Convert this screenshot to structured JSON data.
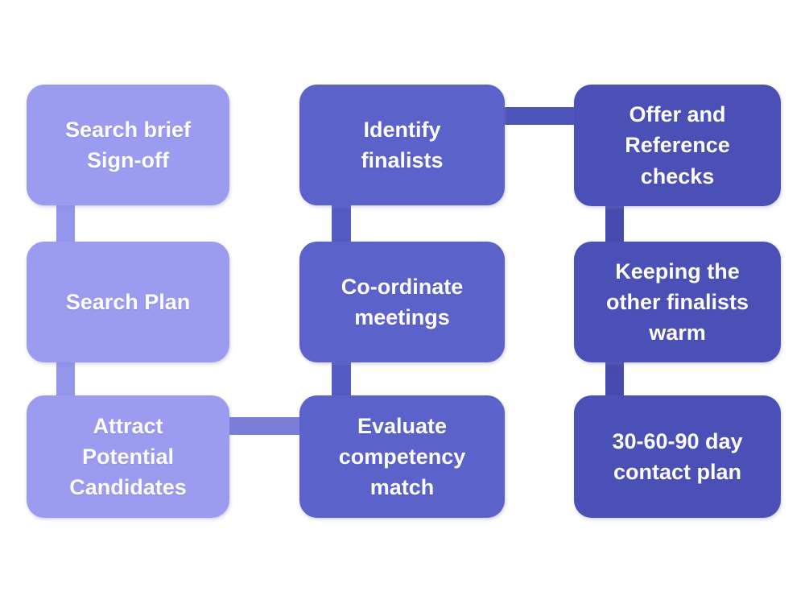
{
  "colors": {
    "background": "#ffffff",
    "column1_box": "#9b9cf0",
    "column2_box": "#5b62c9",
    "column3_box": "#4a50b5",
    "column1_connector": "#9496ec",
    "column2_connector": "#545bc2",
    "column3_connector": "#454cae",
    "connector_col1_to_col2": "#7a7ed9",
    "connector_col2_to_col3": "#4d54ba",
    "text": "#fdfdff"
  },
  "flow": {
    "boxes": [
      {
        "id": "search-brief-sign-off",
        "label": "Search brief\nSign-off"
      },
      {
        "id": "search-plan",
        "label": "Search Plan"
      },
      {
        "id": "attract-candidates",
        "label": "Attract\nPotential\nCandidates"
      },
      {
        "id": "identify-finalists",
        "label": "Identify\nfinalists"
      },
      {
        "id": "coordinate-meetings",
        "label": "Co-ordinate\nmeetings"
      },
      {
        "id": "evaluate-competency",
        "label": "Evaluate\ncompetency\nmatch"
      },
      {
        "id": "offer-reference-checks",
        "label": "Offer and\nReference\nchecks"
      },
      {
        "id": "keeping-finalists-warm",
        "label": "Keeping the\nother finalists\nwarm"
      },
      {
        "id": "contact-plan",
        "label": "30-60-90 day\ncontact plan"
      }
    ]
  }
}
